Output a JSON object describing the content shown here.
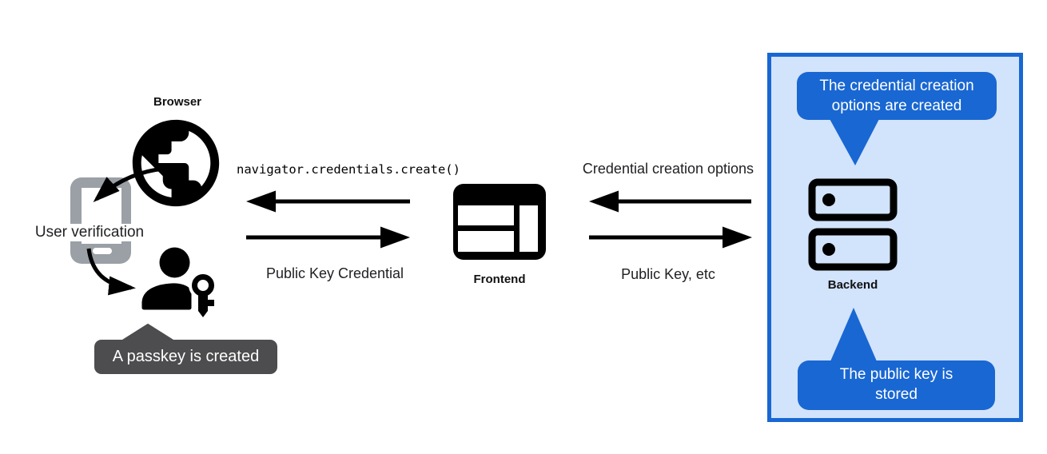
{
  "browser": {
    "label": "Browser"
  },
  "user_verification": {
    "label": "User verification"
  },
  "passkey_callout": {
    "text": "A passkey is created"
  },
  "frontend": {
    "label": "Frontend"
  },
  "backend": {
    "label": "Backend"
  },
  "messages": {
    "navigator_call": "navigator.credentials.create()",
    "public_key_credential": "Public Key Credential",
    "credential_creation_options": "Credential creation options",
    "public_key_etc": "Public Key, etc"
  },
  "backend_callouts": {
    "top": {
      "line1": "The credential creation",
      "line2": "options are created"
    },
    "bottom": {
      "line1": "The public key is",
      "line2": "stored"
    }
  },
  "icons": {
    "browser": "globe-icon",
    "user_device": "smartphone-icon",
    "user": "person-with-key-icon",
    "frontend": "browser-window-icon",
    "backend": "server-stack-icon"
  },
  "colors": {
    "black": "#000000",
    "phone_gray": "#9AA0A6",
    "callout_gray": "#4D4D4F",
    "bubble_blue": "#1967D2",
    "panel_bg": "#D2E3FC",
    "panel_border": "#1967D2",
    "white": "#FFFFFF"
  }
}
